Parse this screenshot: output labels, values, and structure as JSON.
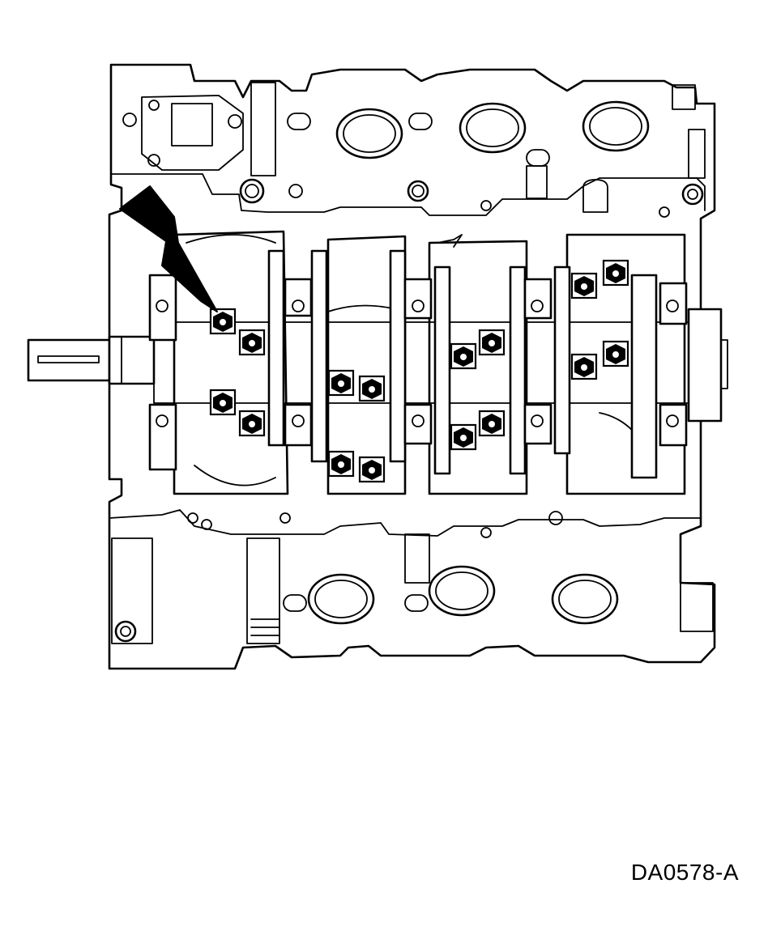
{
  "figure": {
    "reference_code": "DA0578-A",
    "subject": "engine-block-underside-main-bearing-caps",
    "callout": "arrow-pointing-to-bolt",
    "colors": {
      "line": "#000000",
      "background": "#ffffff"
    }
  }
}
